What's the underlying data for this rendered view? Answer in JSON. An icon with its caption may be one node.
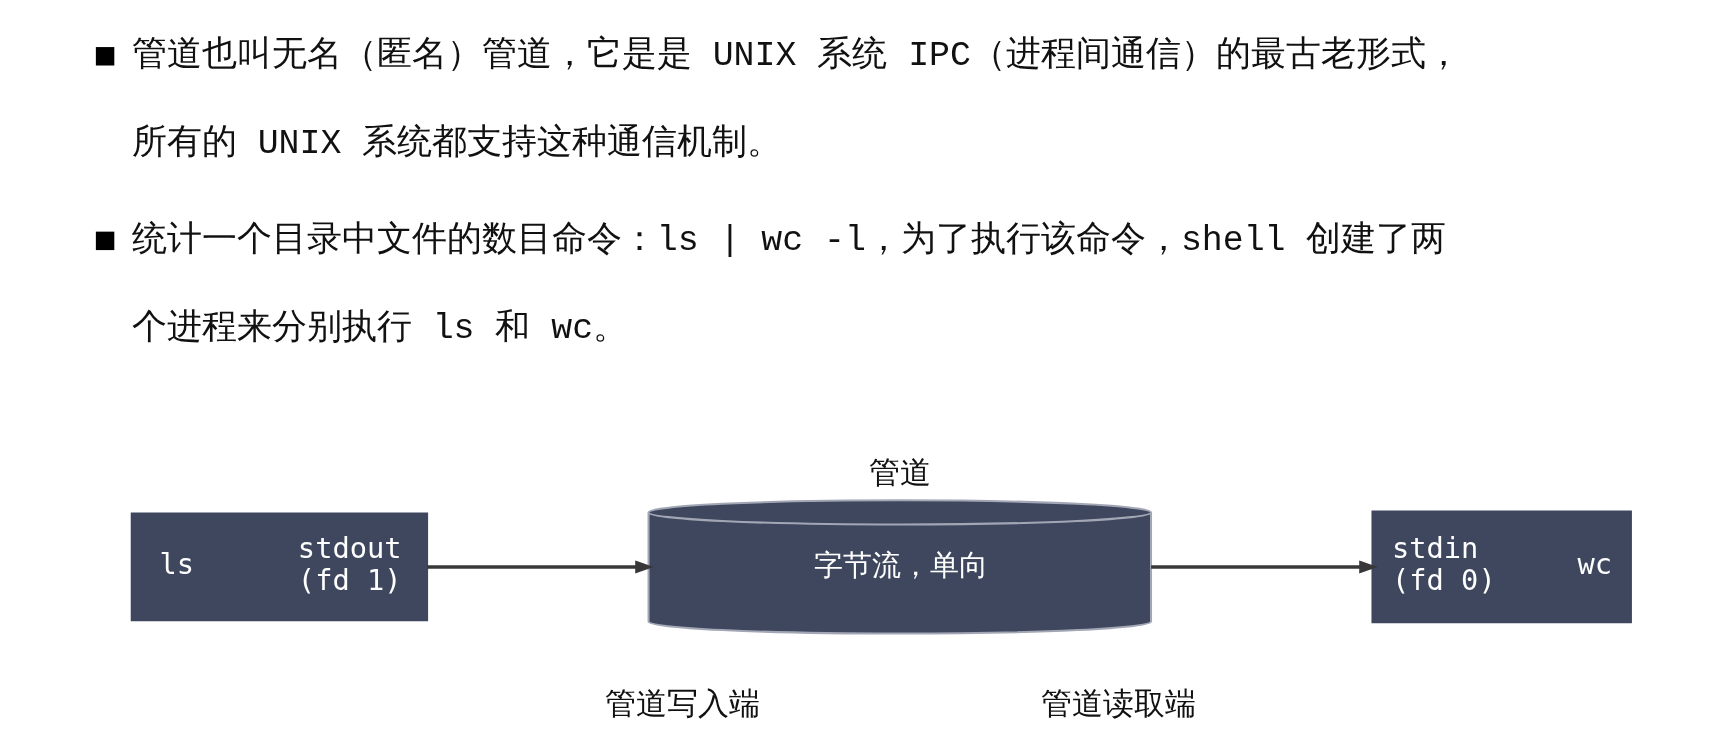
{
  "diagram": {
    "nodes": [
      {
        "text": [
          "ls",
          "stdout (fd 1)"
        ]
      },
      {
        "text": [
          "字节流，单向"
        ],
        "beside": [
          "管道"
        ]
      },
      {
        "text": [
          "stdin (fd 0)",
          "wc"
        ]
      }
    ],
    "edges": [
      {
        "from": 0,
        "to": 1,
        "arrow": "to"
      },
      {
        "from": 1,
        "to": 2,
        "arrow": "to"
      }
    ],
    "labels": [
      "管道也叫无名（匿名）管道，它是是 UNIX 系统 IPC（进程间通信）的最古老形式，所有的 UNIX 系统都支持这种通信机制。",
      "统计一个目录中文件的数目命令：ls | wc -l，为了执行该命令，shell 创建了两个进程来分别执行 ls 和 wc。",
      "管道写入端",
      "管道读取端"
    ]
  }
}
